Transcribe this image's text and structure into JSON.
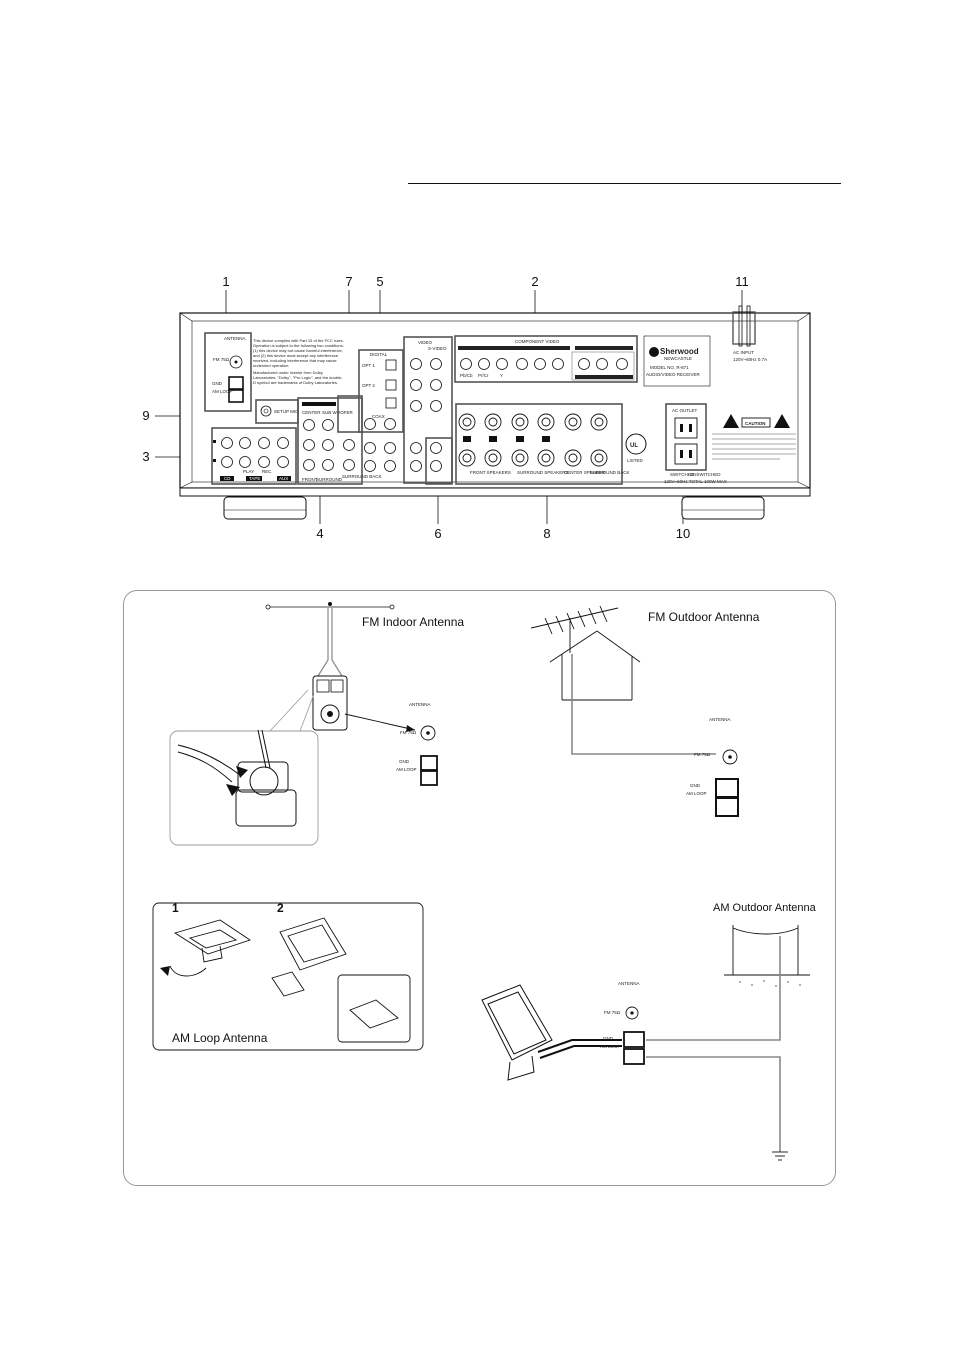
{
  "callouts": {
    "c1": "1",
    "c7": "7",
    "c5": "5",
    "c2": "2",
    "c11": "11",
    "c9": "9",
    "c3": "3",
    "c4": "4",
    "c6": "6",
    "c8": "8",
    "c10": "10"
  },
  "rear_panel": {
    "antenna": "ANTENNA",
    "fm_75": "FM 75Ω",
    "gnd": "GND",
    "am_loop": "AM LOOP",
    "digital": "DIGITAL",
    "opt1": "OPT 1",
    "opt2": "OPT 2",
    "coax": "COAX",
    "video": "VIDEO",
    "s_video": "S-VIDEO",
    "component_video": "COMPONENT VIDEO",
    "pb_cb": "Pb/Cb",
    "pr_cr": "Pr/Cr",
    "y": "Y",
    "center": "CENTER",
    "sub_woofer": "SUB WOOFER",
    "front": "FRONT",
    "surround": "SURROUND",
    "surround_back": "SURROUND BACK",
    "play": "PLAY",
    "rec": "REC",
    "cd": "CD",
    "tape": "TAPE",
    "aux": "AUX",
    "front_speakers": "FRONT SPEAKERS",
    "surround_speakers": "SURROUND SPEAKERS",
    "center_speaker": "CENTER SPEAKER",
    "surround_back_speaker": "SURROUND BACK",
    "ac_outlet": "AC OUTLET",
    "switched": "SWITCHED",
    "unswitched": "UNSWITCHED",
    "total": "120V~60Hz TOTAL 100W MAX",
    "ac_input": "AC INPUT",
    "ac_input_rating": "120V~60Hz 0.7A",
    "brand": "Sherwood",
    "brand_sub": "NEWCASTLE",
    "model": "MODEL NO. R-871",
    "av_receiver": "AUDIO/VIDEO RECEIVER",
    "caution": "CAUTION",
    "ul": "UL",
    "listed": "LISTED",
    "setup_mic": "SETUP MIC",
    "fcc_note": "This device complies with Part 15 of the FCC rules. Operation is subject to the following two conditions: (1) this device may not cause harmful interference, and (2) this device must accept any interference received, including interference that may cause undesired operation.",
    "dolby_note": "Manufactured under license from Dolby Laboratories. \"Dolby\", \"Pro Logic\", and the double-D symbol are trademarks of Dolby Laboratories."
  },
  "diagrams": {
    "fm_indoor": "FM Indoor Antenna",
    "fm_outdoor": "FM Outdoor Antenna",
    "am_outdoor": "AM Outdoor Antenna",
    "am_loop": "AM Loop Antenna",
    "step1": "1",
    "step2": "2",
    "antenna": "ANTENNA",
    "fm_75": "FM 75Ω",
    "gnd": "GND",
    "am_loop_term": "AM LOOP"
  }
}
